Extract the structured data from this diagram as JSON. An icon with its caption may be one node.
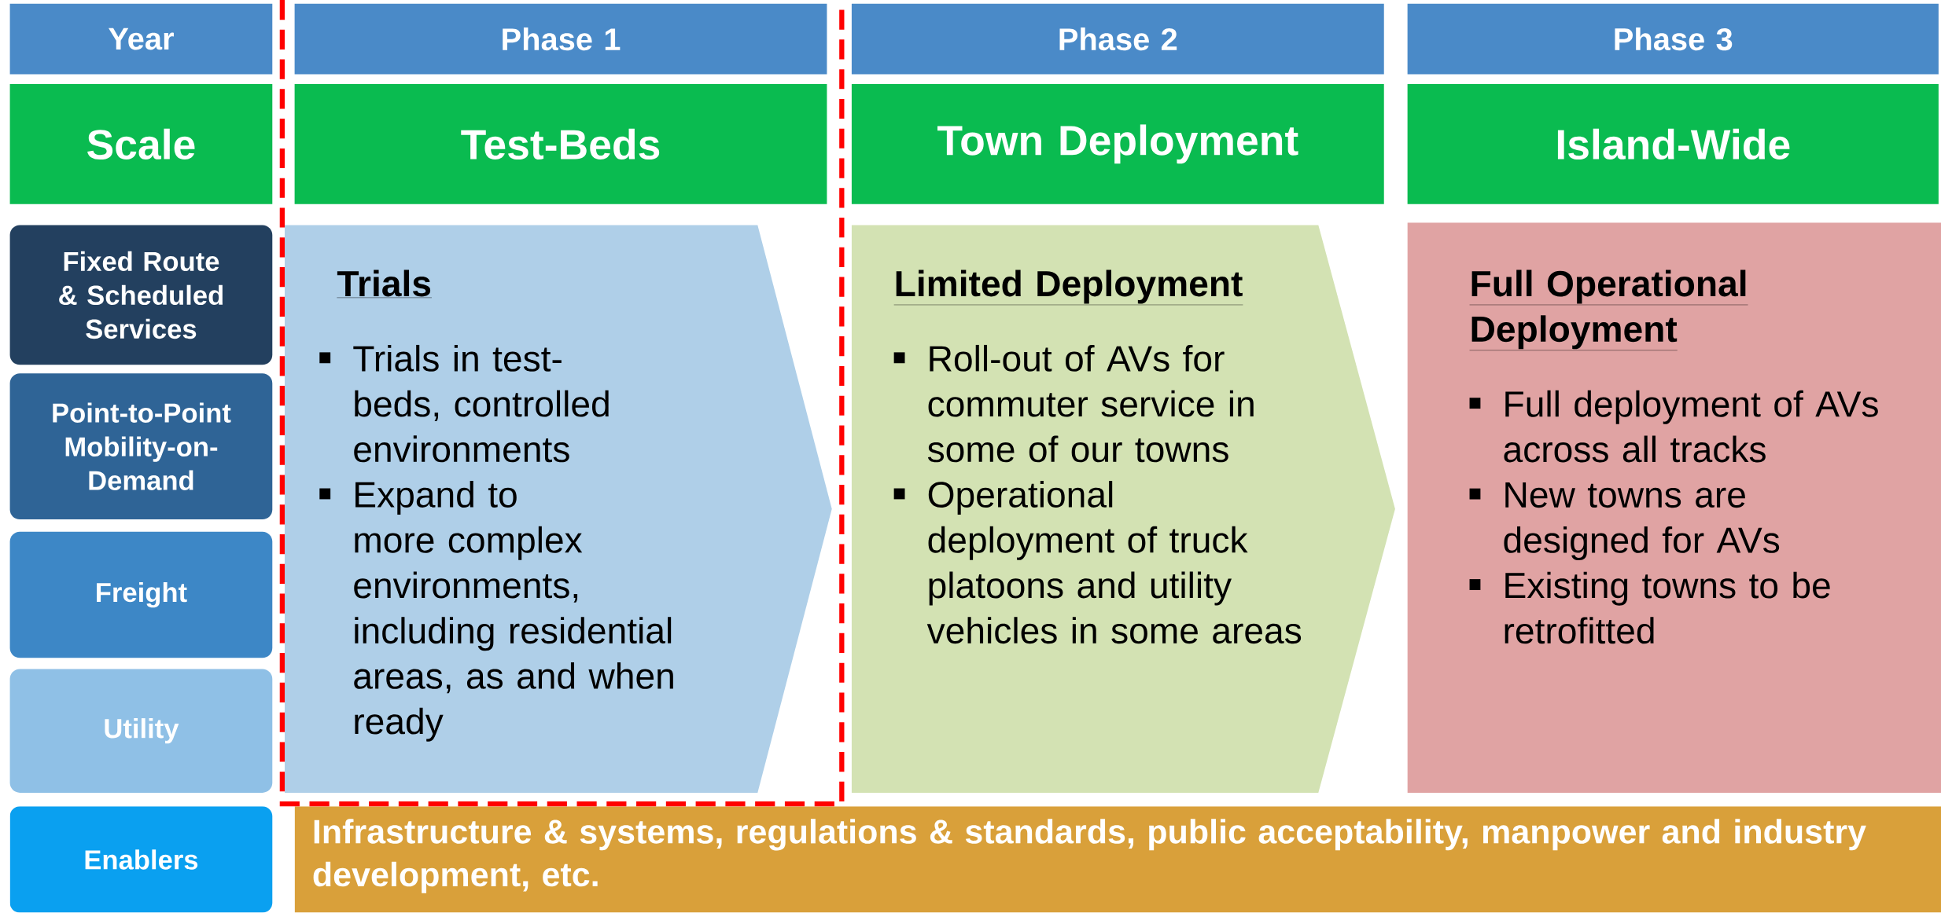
{
  "diagram": {
    "nodes": [
      {
        "text": [
          "Year"
        ]
      },
      {
        "text": [
          "Phase 1"
        ]
      },
      {
        "text": [
          "Phase 2"
        ]
      },
      {
        "text": [
          "Phase 3"
        ]
      },
      {
        "text": [
          "Scale"
        ]
      },
      {
        "text": [
          "Test-Beds"
        ]
      },
      {
        "text": [
          "Town Deployment"
        ]
      },
      {
        "text": [
          "Island-Wide"
        ]
      },
      {
        "text": [
          "Fixed Route & Scheduled Services"
        ]
      },
      {
        "text": [
          "Point-to-Point Mobility-on-Demand"
        ]
      },
      {
        "text": [
          "Freight"
        ]
      },
      {
        "text": [
          "Utility"
        ]
      },
      {
        "text": [
          "Trials",
          "Trials in test-beds, controlled environments",
          "Expand to more complex environments, including residential areas, as and when ready"
        ]
      },
      {
        "text": [
          "Limited Deployment",
          "Roll-out of AVs for commuter service in some of our towns",
          "Operational deployment of truck platoons and utility vehicles in some areas"
        ]
      },
      {
        "text": [
          "Full Operational Deployment",
          "Full deployment of AVs across all tracks",
          "New towns are designed for AVs",
          "Existing towns to be retrofitted"
        ]
      },
      {
        "text": [
          "Enablers"
        ]
      },
      {
        "text": [
          "Infrastructure & systems, regulations & standards, public acceptability, manpower and industry development, etc."
        ]
      }
    ]
  }
}
